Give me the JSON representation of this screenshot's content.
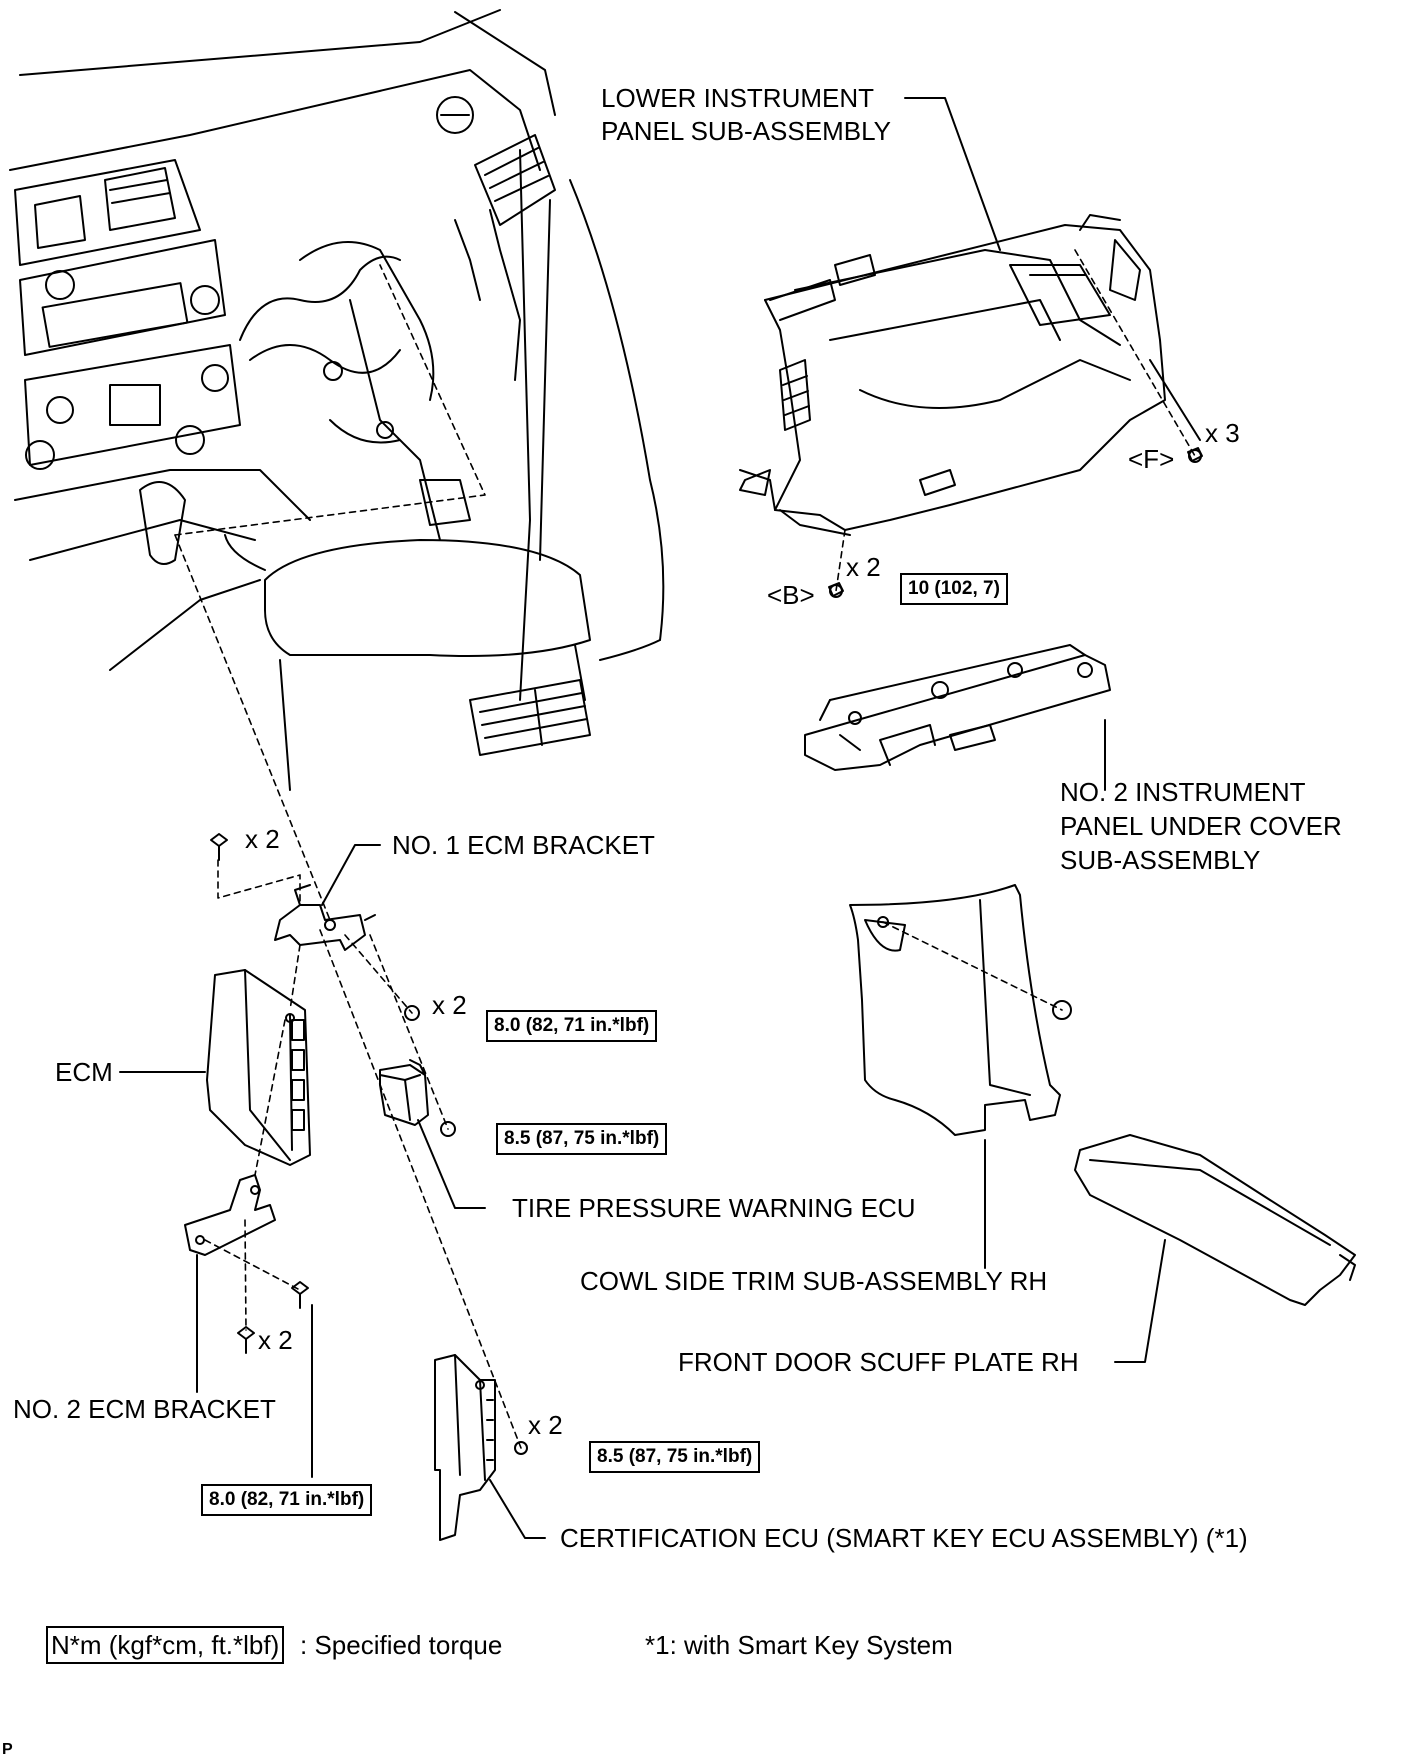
{
  "labels": {
    "lower_panel_line1": "LOWER INSTRUMENT",
    "lower_panel_line2": "PANEL SUB-ASSEMBLY",
    "under_cover_line1": "NO. 2 INSTRUMENT",
    "under_cover_line2": "PANEL UNDER COVER",
    "under_cover_line3": "SUB-ASSEMBLY",
    "ecm_bracket_1": "NO. 1 ECM BRACKET",
    "ecm": "ECM",
    "tire_ecu": "TIRE PRESSURE WARNING ECU",
    "cowl_trim": "COWL SIDE TRIM SUB-ASSEMBLY RH",
    "scuff_plate": "FRONT DOOR SCUFF PLATE RH",
    "ecm_bracket_2": "NO. 2 ECM BRACKET",
    "cert_ecu": "CERTIFICATION ECU (SMART KEY ECU ASSEMBLY) (*1)"
  },
  "fastener_refs": {
    "f": "<F>",
    "b": "<B>"
  },
  "counts": {
    "x3": "x 3",
    "x2": "x 2"
  },
  "torques": {
    "t_lower_panel": "10 (102, 7)",
    "t_bracket_nut": "8.0 (82, 71 in.*lbf)",
    "t_tire_ecu": "8.5 (87, 75 in.*lbf)",
    "t_cert_ecu": "8.5 (87, 75 in.*lbf)",
    "t_bracket2": "8.0 (82, 71 in.*lbf)"
  },
  "legend": {
    "unit_box": "N*m (kgf*cm, ft.*lbf)",
    "unit_desc": ": Specified torque",
    "footnote": "*1: with Smart Key System"
  },
  "corner_mark": "P"
}
